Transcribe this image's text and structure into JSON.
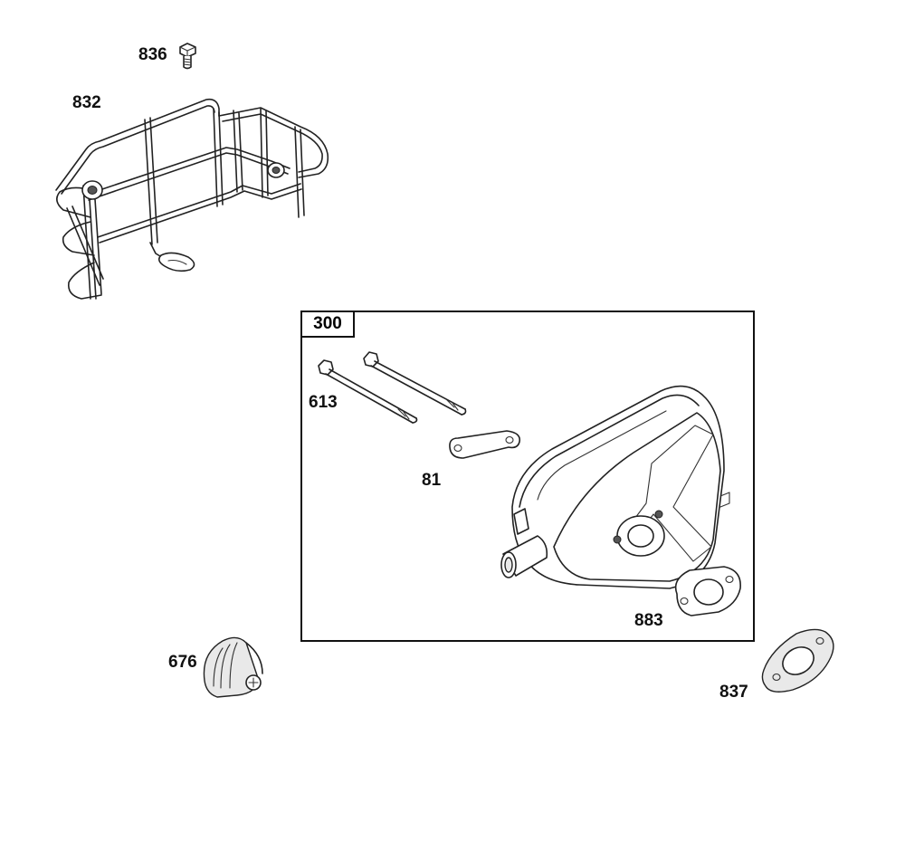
{
  "diagram": {
    "kit_label": "300",
    "labels": {
      "screw_836": "836",
      "guard_832": "832",
      "bolt_613": "613",
      "plate_81": "81",
      "gasket_883": "883",
      "deflector_676": "676",
      "gasket_837": "837"
    }
  }
}
